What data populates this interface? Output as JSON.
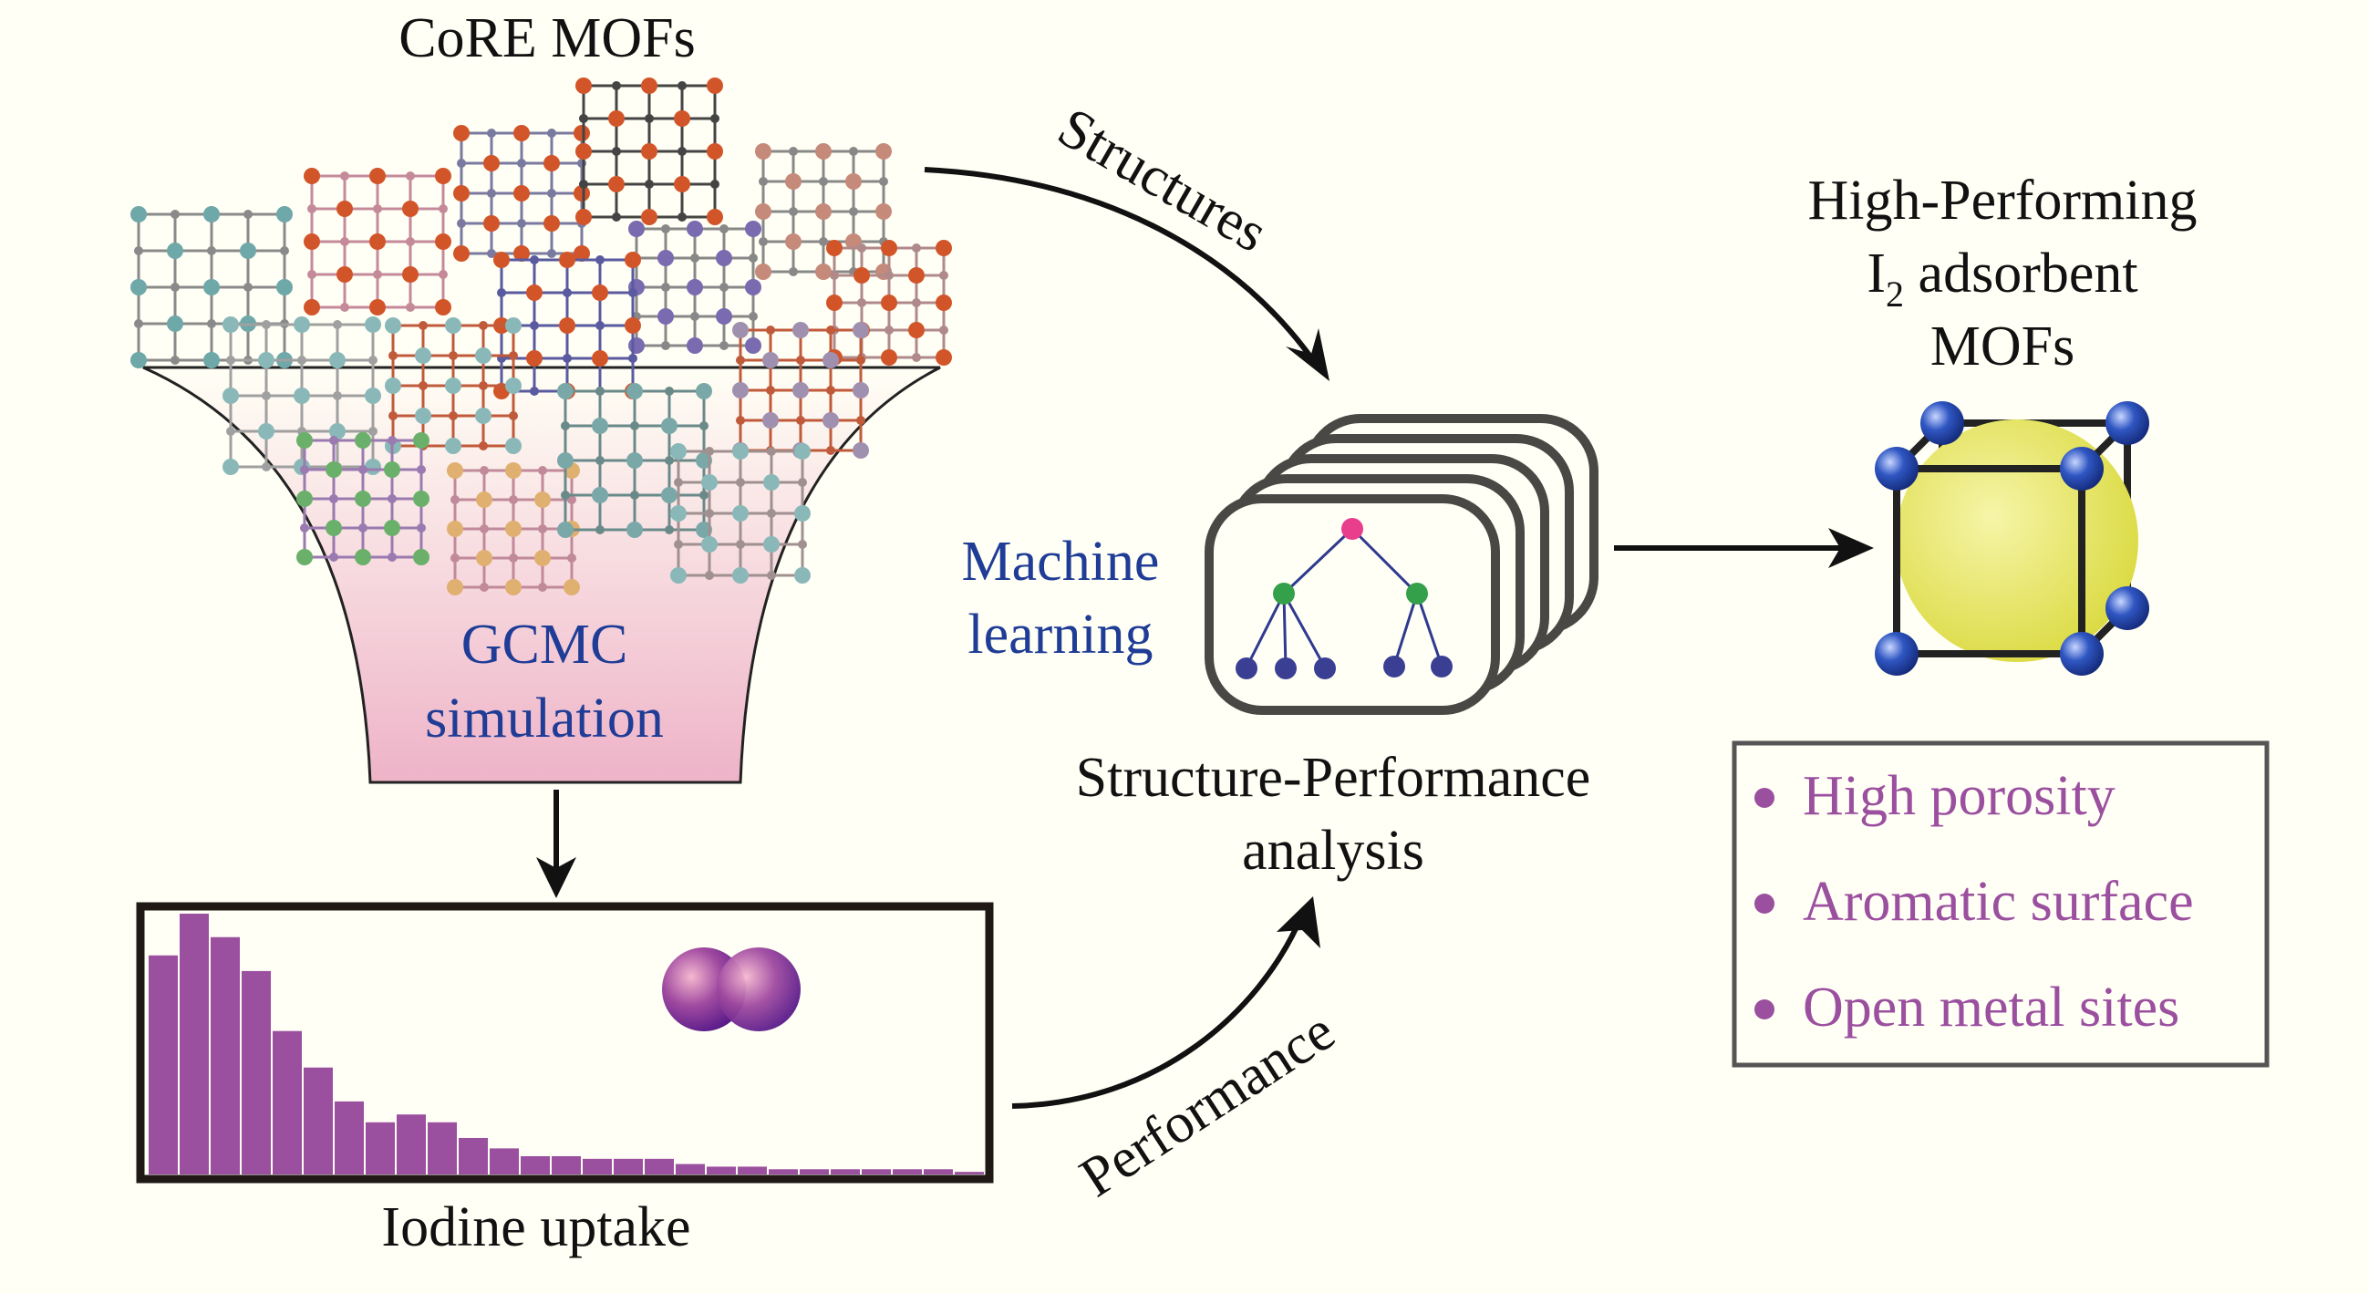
{
  "title": "CoRE MOFs",
  "funnel": {
    "line1": "GCMC",
    "line2": "simulation"
  },
  "histogram": {
    "label": "Iodine uptake",
    "relative_values": [
      84,
      100,
      91,
      78,
      55,
      41,
      28,
      20,
      23,
      20,
      14,
      10,
      7,
      7,
      6,
      6,
      6,
      4,
      3,
      3,
      2,
      2,
      2,
      2,
      2,
      2,
      1
    ],
    "bar_color": "#9b4f9f"
  },
  "arrows": {
    "structures": "Structures",
    "performance": "Performance"
  },
  "ml": {
    "line1": "Machine",
    "line2": "learning"
  },
  "analysis": {
    "line1": "Structure-Performance",
    "line2": "analysis"
  },
  "result": {
    "line1": "High-Performing",
    "line2_main": "I",
    "line2_sub": "2",
    "line2_rest": " adsorbent",
    "line3": "MOFs"
  },
  "properties": {
    "items": [
      "High porosity",
      "Aromatic surface",
      "Open metal sites"
    ],
    "color": "#9b4f9f"
  },
  "colors": {
    "text_blue": "#1f3c96",
    "root_node": "#e83e8c",
    "mid_node": "#34a04a",
    "leaf_node": "#3a3f94",
    "sphere": "#e8e660",
    "atom": "#2a4fb0"
  }
}
